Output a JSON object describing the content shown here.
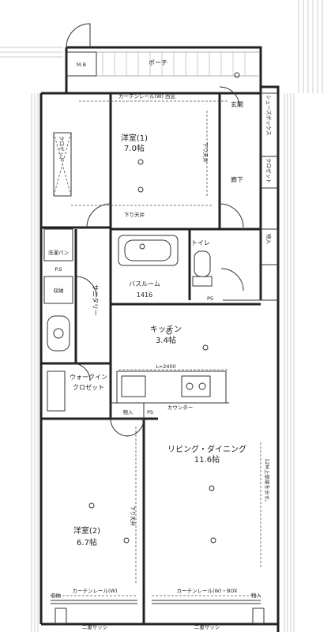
{
  "rooms": {
    "bedroom1_name": "洋室(1)",
    "bedroom1_size": "7.0帖",
    "bedroom2_name": "洋室(2)",
    "bedroom2_size": "6.7帖",
    "ldk_name": "リビング・ダイニング",
    "ldk_size": "11.6帖",
    "kitchen_name": "キッチン",
    "kitchen_size": "3.4帖",
    "bath_name": "バスルーム",
    "bath_size": "1416",
    "toilet": "トイレ",
    "sanitary": "サニタリー",
    "wic_line1": "ウォークイン",
    "wic_line2": "クロゼット",
    "hall": "廊下",
    "entrance": "玄関",
    "porch": "ポーチ",
    "mb": "M.B",
    "closet1": "クロゼット",
    "closet2": "クロゼット",
    "shoebox": "シューズボックス",
    "storage_right": "物入",
    "storage_mid": "物入",
    "storage_laundry": "収納",
    "laundry_pan": "洗濯パン",
    "ps1": "P.S",
    "ps2": "PS",
    "ps3": "PS",
    "counter": "カウンター",
    "storage_small1": "収納",
    "storage_small2": "物入"
  },
  "notes": {
    "curtain_top": "カーテンレール(W) 西窓",
    "curtain_bottom_left": "カーテンレール(W)",
    "curtain_bottom_right": "カーテンレール(W)・BOX",
    "sash_left": "二重サッシ",
    "sash_right": "二重サッシ",
    "ceiling_down_top": "下り天井",
    "ceiling_down_side": "下り天井",
    "ceiling_down_bed2": "下り天井",
    "kitchen_length": "L=2400",
    "beam_note": "12M上部梁を示す。"
  }
}
